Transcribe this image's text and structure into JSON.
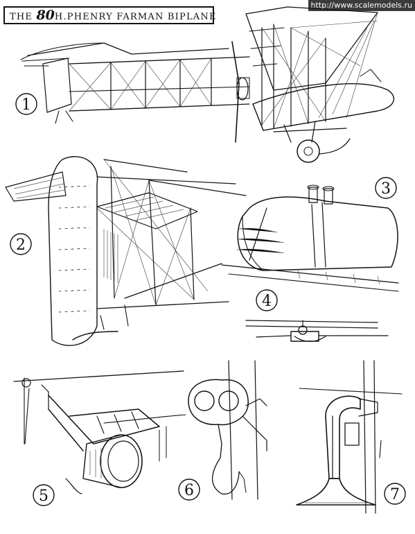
{
  "title": {
    "prefix": "THE",
    "number": "80",
    "unit": "H.P",
    "name": "HENRY FARMAN BIPLANE"
  },
  "watermark": "http://www.scalemodels.ru",
  "figures": [
    {
      "number": "1",
      "subject": "biplane-side-view"
    },
    {
      "number": "2",
      "subject": "tail-assembly"
    },
    {
      "number": "3",
      "subject": "fuel-tank"
    },
    {
      "number": "4",
      "subject": "wire-turnbuckle"
    },
    {
      "number": "5",
      "subject": "headlamp-bracket"
    },
    {
      "number": "6",
      "subject": "goggles-on-strut"
    },
    {
      "number": "7",
      "subject": "horn-on-strut"
    }
  ]
}
